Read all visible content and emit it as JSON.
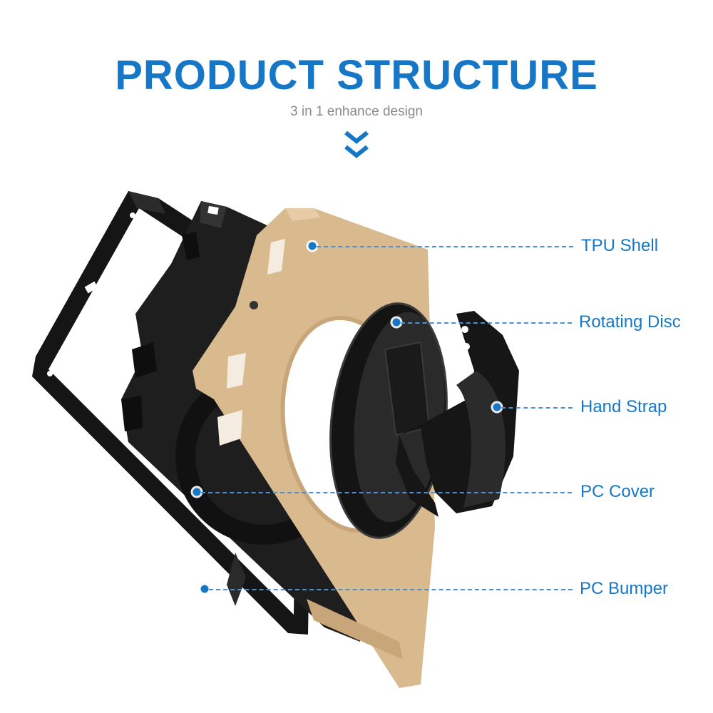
{
  "header": {
    "title": "PRODUCT STRUCTURE",
    "subtitle": "3 in 1 enhance design"
  },
  "colors": {
    "accent": "#1677c7",
    "tpu_shell": "#d9b98e",
    "dark_parts": "#1b1b1b"
  },
  "icons": {
    "scroll_hint": "double-chevron-down-icon"
  },
  "callouts": [
    {
      "id": "tpu-shell",
      "label": "TPU Shell"
    },
    {
      "id": "rotating-disc",
      "label": "Rotating Disc"
    },
    {
      "id": "hand-strap",
      "label": "Hand Strap"
    },
    {
      "id": "pc-cover",
      "label": "PC Cover"
    },
    {
      "id": "pc-bumper",
      "label": "PC Bumper"
    }
  ]
}
